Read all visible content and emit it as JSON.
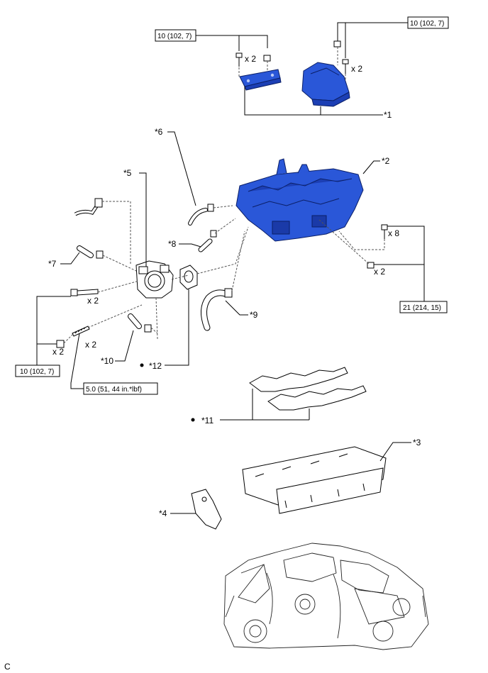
{
  "callouts": {
    "c1": "*1",
    "c2": "*2",
    "c3": "*3",
    "c4": "*4",
    "c5": "*5",
    "c6": "*6",
    "c7": "*7",
    "c8": "*8",
    "c9": "*9",
    "c10": "*10",
    "c11": "*11",
    "c12": "*12"
  },
  "torque": {
    "t1": "10 (102, 7)",
    "t2": "10 (102, 7)",
    "t3": "21 (214, 15)",
    "t4": "10 (102, 7)",
    "t5": "5.0 (51, 44 in.*lbf)"
  },
  "quantities": {
    "q1": "x 2",
    "q2": "x 2",
    "q3": "x 8",
    "q4": "x 2",
    "q5": "x 2",
    "q6": "x 2",
    "q7": "x 2"
  },
  "markers": {
    "m11": "●",
    "m12": "●"
  },
  "footer": {
    "code": "C"
  },
  "colors": {
    "part_blue": "#2a57d8",
    "part_blue_dark": "#0b1f66"
  }
}
